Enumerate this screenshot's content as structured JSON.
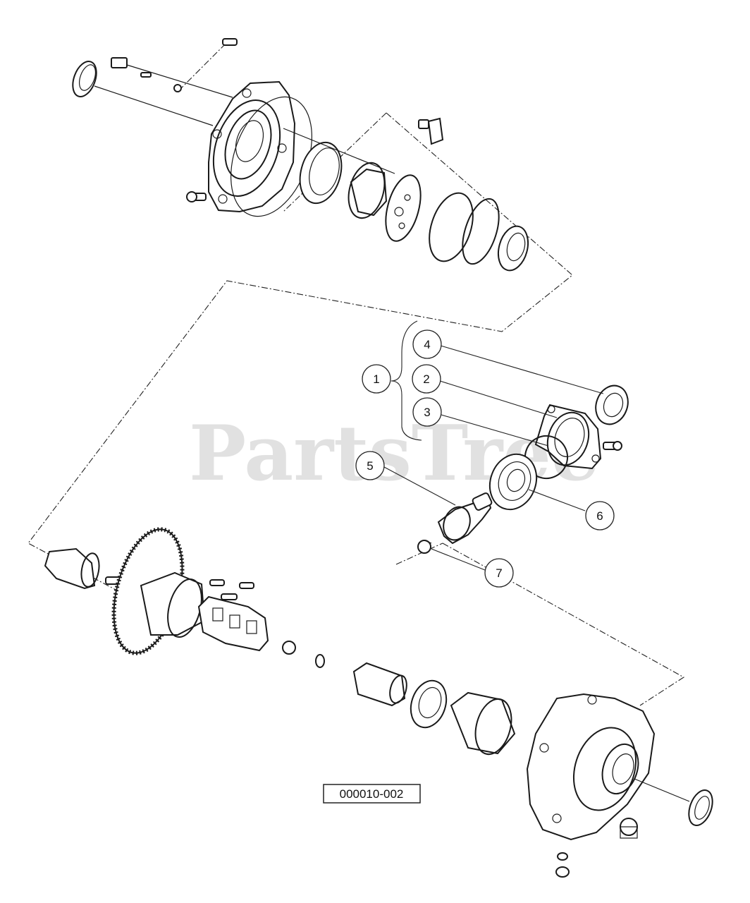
{
  "watermark": "PartsTree",
  "diagram_code": "000010-002",
  "callouts": [
    {
      "number": "1",
      "target": "assembly-bracket"
    },
    {
      "number": "2",
      "target": "housing-plate"
    },
    {
      "number": "3",
      "target": "o-ring"
    },
    {
      "number": "4",
      "target": "oil-seal"
    },
    {
      "number": "5",
      "target": "bevel-pinion-shaft"
    },
    {
      "number": "6",
      "target": "ball-bearing"
    },
    {
      "number": "7",
      "target": "bushing"
    }
  ]
}
